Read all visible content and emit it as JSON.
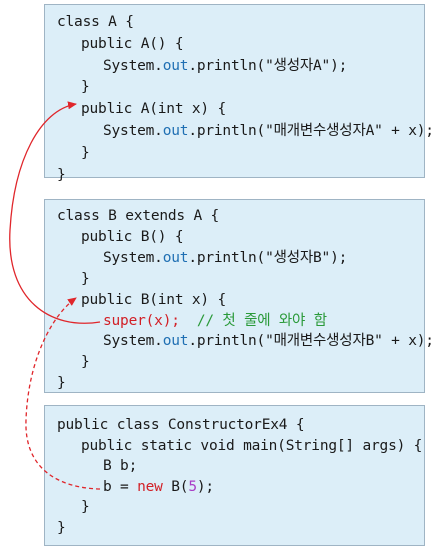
{
  "blocks": [
    {
      "name": "class-a-block",
      "lines": [
        [
          {
            "t": "class A {",
            "c": "default"
          }
        ],
        [
          {
            "t": "public A() {",
            "c": "default"
          }
        ],
        [
          {
            "t": "System.",
            "c": "default"
          },
          {
            "t": "out",
            "c": "out"
          },
          {
            "t": ".println(\"생성자A\");",
            "c": "default"
          }
        ],
        [
          {
            "t": "}",
            "c": "default"
          }
        ],
        [
          {
            "t": "public A(int x) {",
            "c": "default"
          }
        ],
        [
          {
            "t": "System.",
            "c": "default"
          },
          {
            "t": "out",
            "c": "out"
          },
          {
            "t": ".println(\"매개변수생성자A\" + x);",
            "c": "default"
          }
        ],
        [
          {
            "t": "}",
            "c": "default"
          }
        ],
        [
          {
            "t": "}",
            "c": "default"
          }
        ]
      ]
    },
    {
      "name": "class-b-block",
      "lines": [
        [
          {
            "t": "class B extends A {",
            "c": "default"
          }
        ],
        [
          {
            "t": "public B() {",
            "c": "default"
          }
        ],
        [
          {
            "t": "System.",
            "c": "default"
          },
          {
            "t": "out",
            "c": "out"
          },
          {
            "t": ".println(\"생성자B\");",
            "c": "default"
          }
        ],
        [
          {
            "t": "}",
            "c": "default"
          }
        ],
        [
          {
            "t": "public B(int x) {",
            "c": "default"
          }
        ],
        [
          {
            "t": "super(x);",
            "c": "kw-red"
          },
          {
            "t": "  // 첫 줄에 와야 함",
            "c": "comment"
          }
        ],
        [
          {
            "t": "System.",
            "c": "default"
          },
          {
            "t": "out",
            "c": "out"
          },
          {
            "t": ".println(\"매개변수생성자B\" + x);",
            "c": "default"
          }
        ],
        [
          {
            "t": "}",
            "c": "default"
          }
        ],
        [
          {
            "t": "}",
            "c": "default"
          }
        ]
      ]
    },
    {
      "name": "constructor-ex4-block",
      "lines": [
        [
          {
            "t": "public class ConstructorEx4 {",
            "c": "default"
          }
        ],
        [
          {
            "t": "public static void main(String[] args) {",
            "c": "default"
          }
        ],
        [
          {
            "t": "B b;",
            "c": "default"
          }
        ],
        [
          {
            "t": "b = ",
            "c": "default"
          },
          {
            "t": "new",
            "c": "kw-red"
          },
          {
            "t": " B(",
            "c": "default"
          },
          {
            "t": "5",
            "c": "num"
          },
          {
            "t": ");",
            "c": "default"
          }
        ],
        [
          {
            "t": "}",
            "c": "default"
          }
        ],
        [
          {
            "t": "}",
            "c": "default"
          }
        ]
      ]
    }
  ],
  "colors": {
    "box_background": "#dceef8",
    "arrow": "#e0262b",
    "out_keyword": "#1f6fb3",
    "comment": "#2b9a3a",
    "number": "#a83cc6"
  }
}
